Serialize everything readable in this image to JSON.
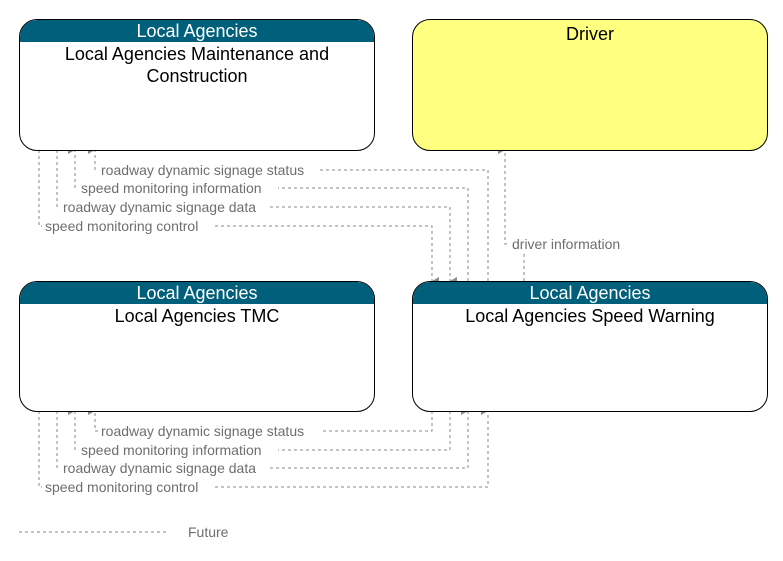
{
  "nodes": {
    "maint": {
      "header": "Local Agencies",
      "title": "Local Agencies Maintenance and Construction"
    },
    "driver": {
      "header": "",
      "title": "Driver"
    },
    "tmc": {
      "header": "Local Agencies",
      "title": "Local Agencies TMC"
    },
    "speed": {
      "header": "Local Agencies",
      "title": "Local Agencies Speed Warning"
    }
  },
  "flows": {
    "top": [
      "roadway dynamic signage status",
      "speed monitoring information",
      "roadway dynamic signage data",
      "speed monitoring control"
    ],
    "driver": "driver information",
    "bottom": [
      "roadway dynamic signage status",
      "speed monitoring information",
      "roadway dynamic signage data",
      "speed monitoring control"
    ]
  },
  "legend": {
    "future_label": "Future"
  },
  "colors": {
    "header": "#005f7a",
    "driver_fill": "#ffff80",
    "flow_line": "#8a8a8a"
  }
}
